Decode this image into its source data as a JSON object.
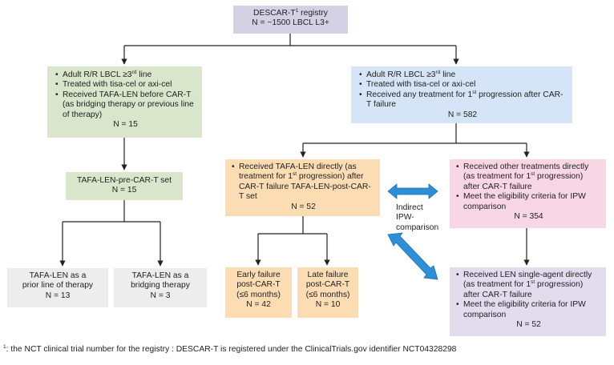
{
  "registry": {
    "title": "DESCAR-T",
    "title_sup": "1",
    "title_suffix": " registry",
    "count": "N = ~1500 LBCL L3+"
  },
  "left_branch": {
    "b1_pre": "Adult R/R LBCL ≥3",
    "b1_sup": "rd",
    "b1_post": " line",
    "b2": "Treated with tisa-cel or axi-cel",
    "b3": "Received TAFA-LEN before CAR-T (as bridging therapy or previous line of therapy)",
    "n": "N = 15"
  },
  "right_branch": {
    "b1_pre": "Adult R/R LBCL ≥3",
    "b1_sup": "rd",
    "b1_post": " line",
    "b2": "Treated with tisa-cel or axi-cel",
    "b3_pre": "Received any treatment for 1",
    "b3_sup": "st",
    "b3_post": " progression after CAR-T failure",
    "n": "N = 582"
  },
  "pre_set": {
    "title": "TAFA-LEN-pre-CAR-T set",
    "n": "N = 15"
  },
  "prior_line": {
    "line1": "TAFA-LEN as a",
    "line2": "prior line of therapy",
    "n": "N = 13"
  },
  "bridging": {
    "line1": "TAFA-LEN as a",
    "line2": "bridging therapy",
    "n": "N = 3"
  },
  "post_set": {
    "b1_pre": "Received TAFA-LEN directly (as treatment for 1",
    "b1_sup": "st",
    "b1_post": " progression) after CAR-T failure TAFA-LEN-post-CAR-T set",
    "n": "N = 52"
  },
  "early": {
    "line1": "Early failure",
    "line2": "post-CAR-T",
    "line3": "(≤6 months)",
    "n": "N = 42"
  },
  "late": {
    "line1": "Late failure",
    "line2": "post-CAR-T",
    "line3": "(≤6 months)",
    "n": "N = 10"
  },
  "other": {
    "b1_pre": "Received other treatments directly (as treatment for 1",
    "b1_sup": "st",
    "b1_post": " progression) after CAR-T failure",
    "b2": "Meet the eligibility criteria for IPW comparison",
    "n": "N = 354"
  },
  "len_single": {
    "b1_pre": "Received LEN single-agent directly (as treatment for 1",
    "b1_sup": "st",
    "b1_post": " progression) after CAR-T failure",
    "b2": "Meet the eligibility criteria for IPW comparison",
    "n": "N = 52"
  },
  "ipw_label": {
    "line1": "Indirect",
    "line2": "IPW-",
    "line3": "comparison"
  },
  "footnote": {
    "sup": "1",
    "text": ": the NCT clinical trial number for the registry : DESCAR-T is registered under the ClinicalTrials.gov identifier NCT04328298"
  },
  "colors": {
    "purple": "#d4d1e4",
    "green": "#d9e6cc",
    "blue": "#d5e5f7",
    "orange": "#fbdcb3",
    "pink": "#f8d6e3",
    "lavender": "#e1dcee",
    "gray": "#ededed",
    "arrow_blue": "#2e8fd6"
  }
}
